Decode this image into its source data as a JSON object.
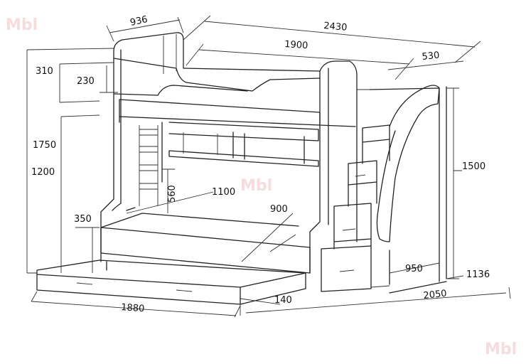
{
  "watermark": "Mbl",
  "colors": {
    "line": "#222222",
    "background": "#ffffff",
    "watermark": "#f6dcdc"
  },
  "dimensions": {
    "d936": "936",
    "d2430": "2430",
    "d1900": "1900",
    "d530": "530",
    "d310": "310",
    "d230": "230",
    "d1750": "1750",
    "d1200": "1200",
    "d560": "560",
    "d1100": "1100",
    "d900": "900",
    "d350": "350",
    "d1500": "1500",
    "d950": "950",
    "d1136": "1136",
    "d2050": "2050",
    "d140": "140",
    "d1880": "1880"
  }
}
